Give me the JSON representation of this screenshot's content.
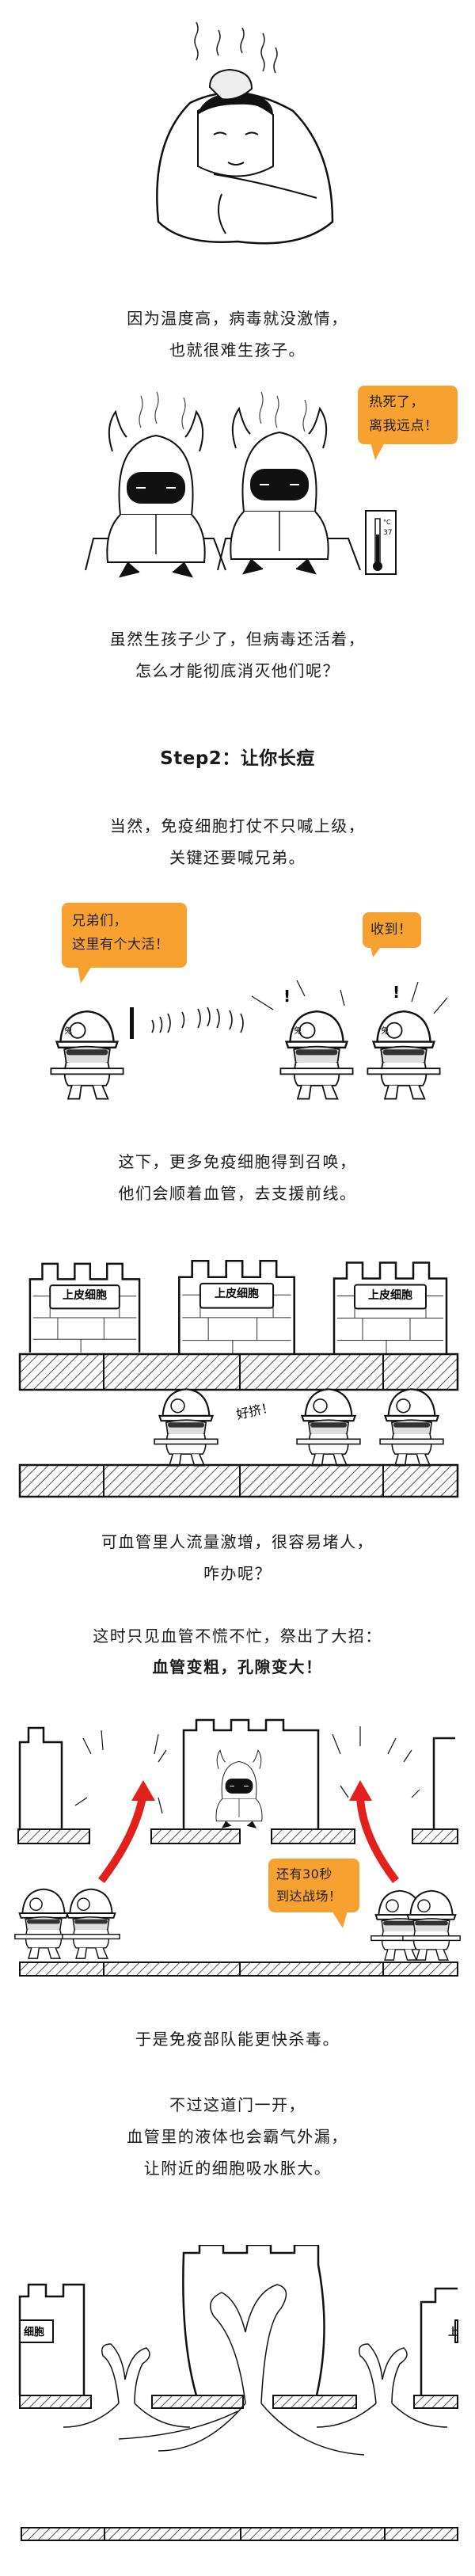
{
  "paragraphs": {
    "p1": [
      "因为温度高，病毒就没激情，",
      "也就很难生孩子。"
    ],
    "p2": [
      "虽然生孩子少了，但病毒还活着，",
      "怎么才能彻底消灭他们呢？"
    ],
    "step_title": "Step2：让你长痘",
    "p3": [
      "当然，免疫细胞打仗不只喊上级，",
      "关键还要喊兄弟。"
    ],
    "p4": [
      "这下，更多免疫细胞得到召唤，",
      "他们会顺着血管，去支援前线。"
    ],
    "p5": [
      "可血管里人流量激增，很容易堵人，",
      "咋办呢？"
    ],
    "p6": [
      "这时只见血管不慌不忙，祭出了大招：",
      "血管变粗，孔隙变大！"
    ],
    "p7": [
      "于是免疫部队能更快杀毒。"
    ],
    "p8": [
      "不过这道门一开，",
      "血管里的液体也会霸气外漏，",
      "让附近的细胞吸水胀大。"
    ]
  },
  "bubbles": {
    "hot": [
      "热死了，",
      "离我远点！"
    ],
    "brothers": [
      "兄弟们，",
      "这里有个大活！"
    ],
    "received": "收到！",
    "seconds": [
      "还有30秒",
      "到达战场！"
    ]
  },
  "labels": {
    "crowded": "好挤！",
    "wall_sign": "上皮细胞",
    "wall_sign_partial_left": "细胞",
    "wall_sign_partial_right": "上",
    "helmet_mark": "免",
    "thermometer_reading": "37",
    "thermometer_unit": "°C",
    "exclaim": "!"
  },
  "colors": {
    "bubble": "#F7A131",
    "arrow": "#E3201B",
    "ink": "#1a1a1a"
  }
}
